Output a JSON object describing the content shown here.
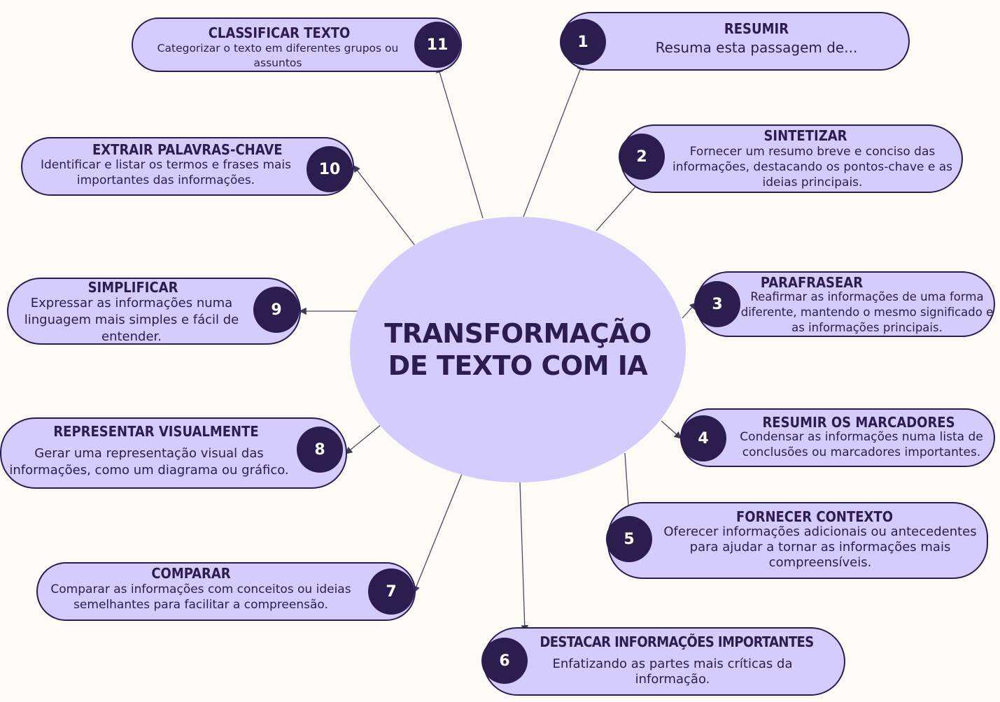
{
  "center": {
    "title": "TRANSFORMAÇÃO DE TEXTO COM IA"
  },
  "colors": {
    "node_fill": "#d4ccfc",
    "badge": "#2d1d4e",
    "text": "#2d1d4e",
    "background": "#fdfbf6"
  },
  "nodes": [
    {
      "number": "1",
      "title": "RESUMIR",
      "description": "Resuma esta passagem de..."
    },
    {
      "number": "2",
      "title": "SINTETIZAR",
      "description": "Fornecer um resumo breve e conciso das informações, destacando os pontos-chave e as ideias principais."
    },
    {
      "number": "3",
      "title": "PARAFRASEAR",
      "description": "Reafirmar as informações de uma forma diferente, mantendo o mesmo significado e as informações principais."
    },
    {
      "number": "4",
      "title": "RESUMIR OS MARCADORES",
      "description": "Condensar as informações numa lista de conclusões ou marcadores importantes."
    },
    {
      "number": "5",
      "title": "FORNECER CONTEXTO",
      "description": "Oferecer informações adicionais ou antecedentes para ajudar a tornar as informações mais compreensíveis."
    },
    {
      "number": "6",
      "title": "DESTACAR INFORMAÇÕES IMPORTANTES",
      "description": "Enfatizando as partes mais críticas da informação."
    },
    {
      "number": "7",
      "title": "COMPARAR",
      "description": "Comparar as informações com conceitos ou ideias semelhantes para facilitar a compreensão."
    },
    {
      "number": "8",
      "title": "REPRESENTAR VISUALMENTE",
      "description": "Gerar uma representação visual das informações, como um diagrama ou gráfico."
    },
    {
      "number": "9",
      "title": "SIMPLIFICAR",
      "description": "Expressar as informações numa linguagem mais simples e fácil de entender."
    },
    {
      "number": "10",
      "title": "EXTRAIR PALAVRAS-CHAVE",
      "description": "Identificar e listar os termos e frases mais importantes das informações."
    },
    {
      "number": "11",
      "title": "CLASSIFICAR TEXTO",
      "description": "Categorizar o texto em diferentes grupos ou assuntos"
    }
  ]
}
